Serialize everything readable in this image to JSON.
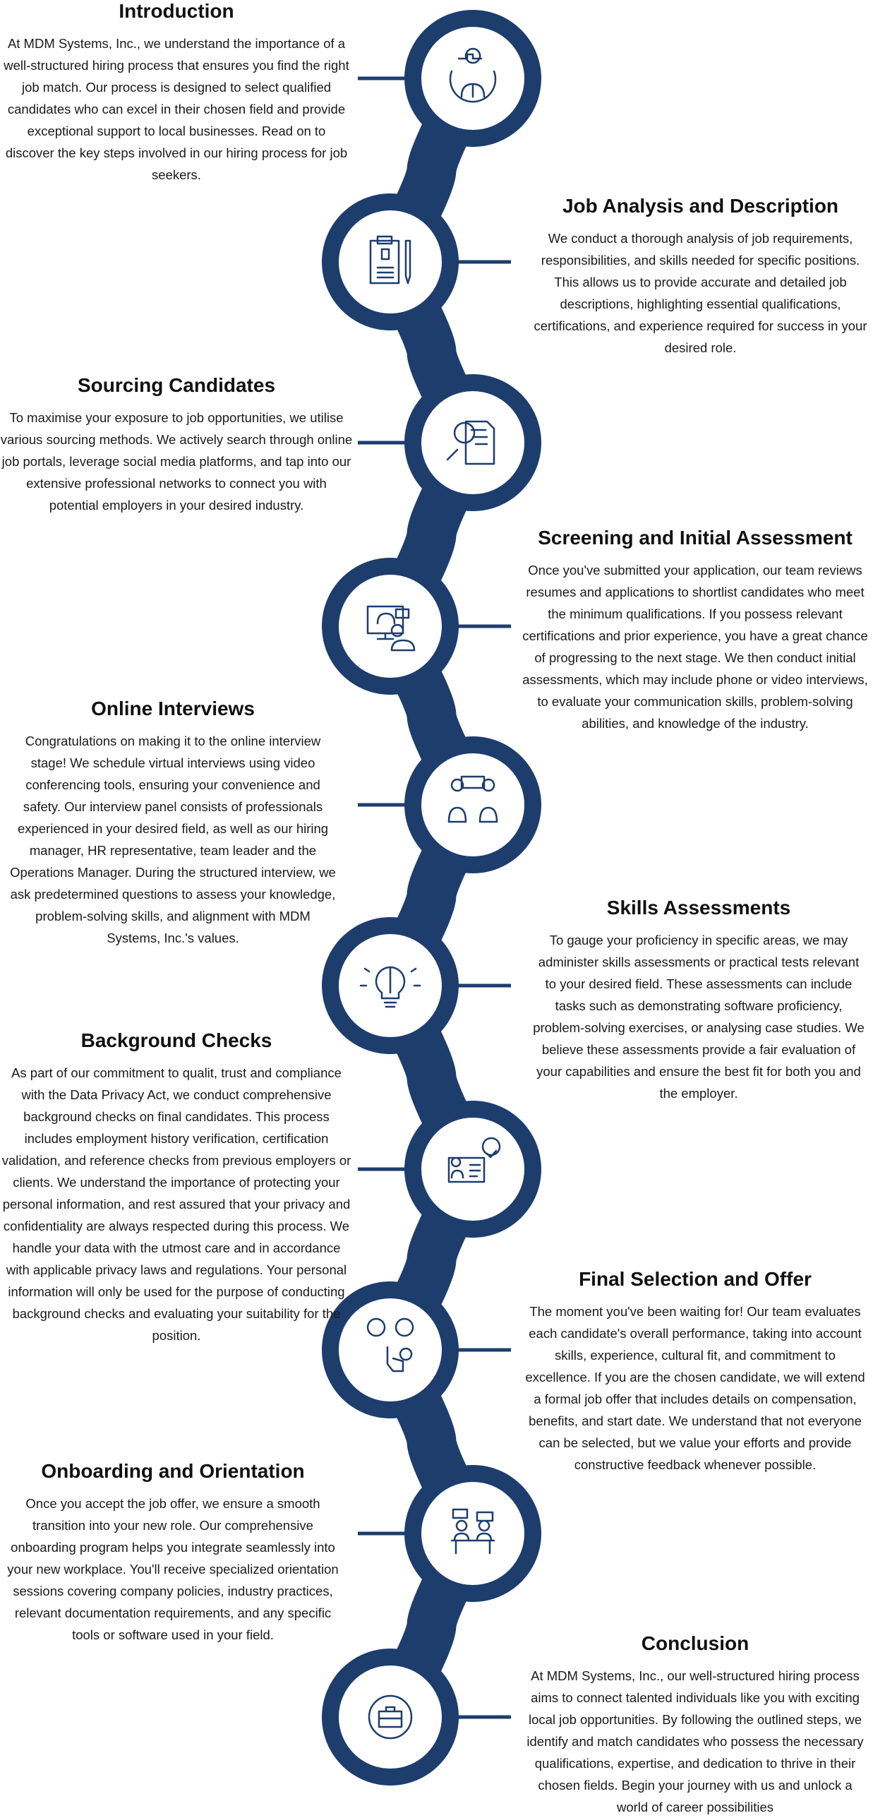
{
  "colors": {
    "accent": "#1d3d6d",
    "background": "#ffffff",
    "text": "#111111"
  },
  "steps": [
    {
      "title": "Introduction",
      "icon": "gear-person-icon",
      "text": "At MDM Systems, Inc., we understand the importance of a well-structured hiring process that ensures you find the right job match. Our process is designed to select qualified candidates who can excel in their chosen field and provide exceptional support to local businesses. Read on to discover the key steps involved in our hiring process for job seekers."
    },
    {
      "title": "Job Analysis and Description",
      "icon": "clipboard-pencil-icon",
      "text": "We conduct a thorough analysis of job requirements, responsibilities, and skills needed for specific positions. This allows us to provide accurate and detailed job descriptions, highlighting essential qualifications, certifications, and experience required for success in your desired role."
    },
    {
      "title": "Sourcing Candidates",
      "icon": "resume-search-icon",
      "text": "To maximise your exposure to job opportunities, we utilise various sourcing methods. We actively search through online job portals, leverage social media platforms, and tap into our extensive professional networks to connect you with potential employers in your desired industry."
    },
    {
      "title": "Screening and Initial Assessment",
      "icon": "video-call-icon",
      "text": "Once you've submitted your application, our team reviews resumes and applications to shortlist candidates who meet the minimum qualifications. If you possess relevant certifications and prior experience, you have a great chance of progressing to the next stage. We then conduct initial assessments, which may include phone or video interviews, to evaluate your communication skills, problem-solving abilities, and knowledge of the industry."
    },
    {
      "title": "Online Interviews",
      "icon": "interview-icon",
      "text": "Congratulations on making it to the online interview stage! We schedule virtual interviews using video conferencing tools, ensuring your convenience and safety. Our interview panel consists of professionals experienced in your desired field, as well as our hiring manager, HR representative, team leader and the Operations Manager. During the structured interview, we ask predetermined questions to assess your knowledge, problem-solving skills, and alignment with MDM Systems, Inc.'s values."
    },
    {
      "title": "Skills Assessments",
      "icon": "brain-bulb-icon",
      "text": "To gauge your proficiency in specific areas, we may administer skills assessments or practical tests relevant to your desired field. These assessments can include tasks such as demonstrating software proficiency, problem-solving exercises, or analysing case studies. We believe these assessments provide a fair evaluation of your capabilities and ensure the best fit for both you and the employer."
    },
    {
      "title": "Background Checks",
      "icon": "id-card-check-icon",
      "text": "As part of our commitment to qualit, trust and compliance with the Data Privacy Act, we conduct comprehensive background checks on final candidates. This process includes employment history verification, certification validation, and reference checks from previous employers or clients. We understand  the importance of protecting your personal information, and rest assured that your privacy and confidentiality are always respected during this process. We handle your data with the utmost care and in accordance with applicable privacy laws and regulations. Your personal information will only be used for the purpose of conducting background checks and evaluating your suitability for the position."
    },
    {
      "title": "Final Selection and Offer",
      "icon": "candidate-select-icon",
      "text": "The moment you've been waiting for! Our team evaluates each candidate's overall performance, taking into account skills, experience, cultural fit, and commitment to excellence. If you are the chosen candidate, we will extend a formal job offer that includes details on compensation, benefits, and start date. We understand that not everyone can be selected, but we value your efforts and provide constructive feedback whenever possible."
    },
    {
      "title": "Onboarding and Orientation",
      "icon": "team-meeting-icon",
      "text": "Once you accept the job offer, we ensure a smooth transition into your new role. Our comprehensive onboarding program helps you integrate seamlessly into your new workplace. You'll receive specialized orientation sessions covering company policies, industry practices, relevant documentation requirements, and any specific tools or software used in your field."
    },
    {
      "title": "Conclusion",
      "icon": "gear-briefcase-icon",
      "text": "At MDM Systems, Inc., our well-structured hiring process aims to connect talented individuals like you with exciting local job opportunities. By following the outlined steps, we identify and match candidates who possess the necessary qualifications, expertise, and dedication to thrive in their chosen fields. Begin your journey with us and unlock a world of career possibilities"
    }
  ]
}
